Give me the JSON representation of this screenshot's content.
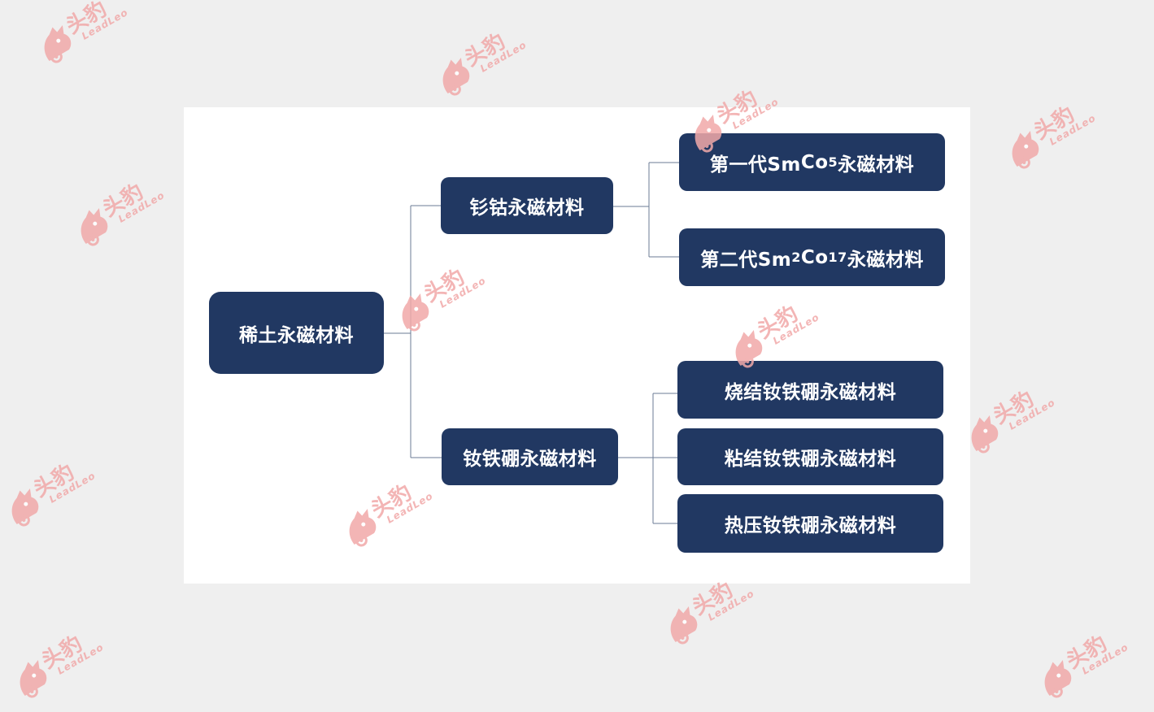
{
  "diagram": {
    "root": {
      "label": "稀土永磁材料"
    },
    "branches": [
      {
        "label": "钐钴永磁材料",
        "children": [
          {
            "prefix": "第一代Sm",
            "sub1": "",
            "mid": "Co",
            "sub2": "5",
            "suffix": "永磁材料"
          },
          {
            "prefix": "第二代Sm",
            "sub1": "2",
            "mid": "Co",
            "sub2": "17",
            "suffix": "永磁材料"
          }
        ]
      },
      {
        "label": "钕铁硼永磁材料",
        "children": [
          {
            "label": "烧结钕铁硼永磁材料"
          },
          {
            "label": "粘结钕铁硼永磁材料"
          },
          {
            "label": "热压钕铁硼永磁材料"
          }
        ]
      }
    ]
  },
  "watermark": {
    "brand_cn": "头豹",
    "brand_en": "LeadLeo",
    "color": "#f1a9a9"
  },
  "colors": {
    "node_fill": "#213862",
    "node_text": "#ffffff",
    "connector": "#6b7b94",
    "panel": "#ffffff",
    "background": "#efefef"
  }
}
